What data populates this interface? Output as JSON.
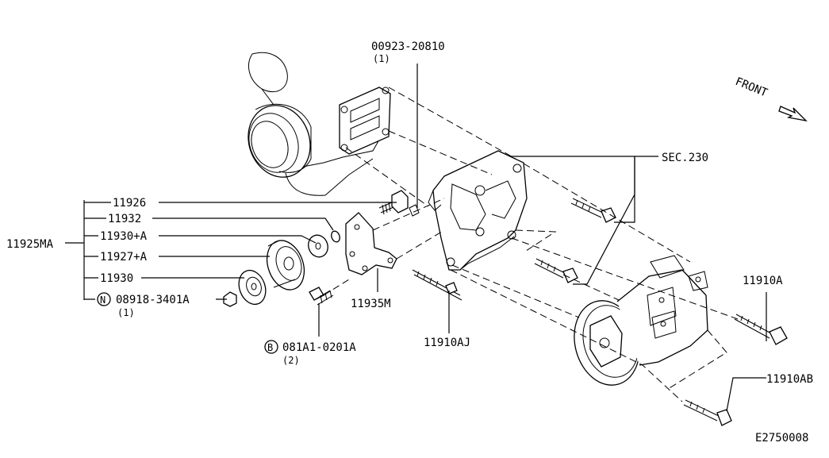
{
  "labels": {
    "sec230": "SEC.230",
    "p00923": "00923-20810",
    "p00923_qty": "(1)",
    "front": "FRONT",
    "p11926": "11926",
    "p11932": "11932",
    "p11930a": "11930+A",
    "p11927a": "11927+A",
    "p11930": "11930",
    "n_marker": "N",
    "p08918": "08918-3401A",
    "p08918_qty": "(1)",
    "p11925ma": "11925MA",
    "p11935m": "11935M",
    "b_marker": "B",
    "p081a1": "081A1-0201A",
    "p081a1_qty": "(2)",
    "p11910aj": "11910AJ",
    "p11910a": "11910A",
    "p11910ab": "11910AB",
    "diagram_code": "E2750008"
  }
}
